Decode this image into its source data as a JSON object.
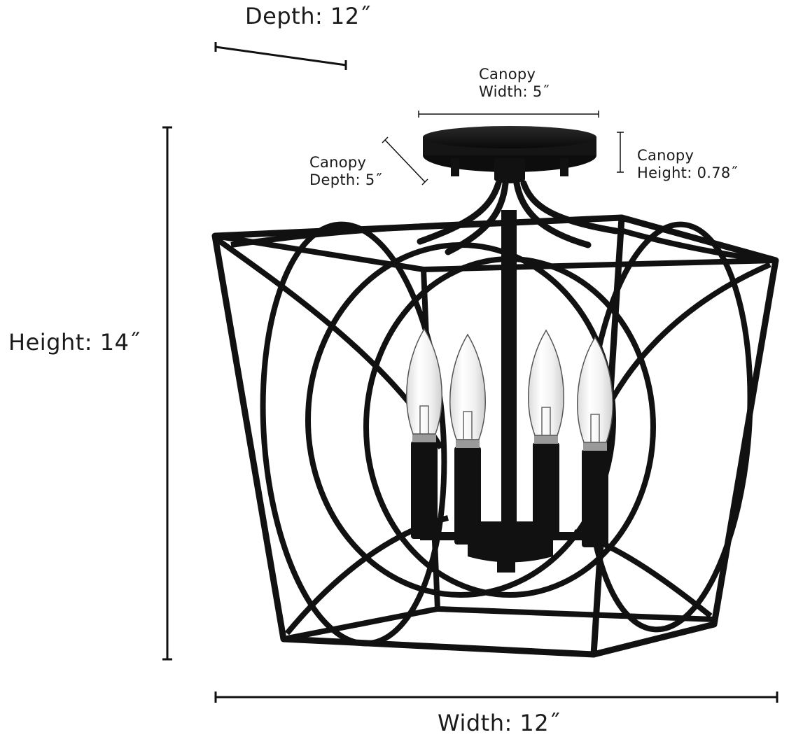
{
  "dimensions": {
    "depth": "Depth: 12˝",
    "height": "Height: 14˝",
    "width": "Width: 12˝",
    "canopy_width_line1": "Canopy",
    "canopy_width_line2": "Width: 5˝",
    "canopy_depth_line1": "Canopy",
    "canopy_depth_line2": "Depth: 5˝",
    "canopy_height_line1": "Canopy",
    "canopy_height_line2": "Height: 0.78˝"
  },
  "colors": {
    "fixture": "#111111",
    "text": "#1a1a1a",
    "glass": "#f4f4f4"
  },
  "product": {
    "bulb_count": 4,
    "icon": "lantern-ceiling-light"
  }
}
